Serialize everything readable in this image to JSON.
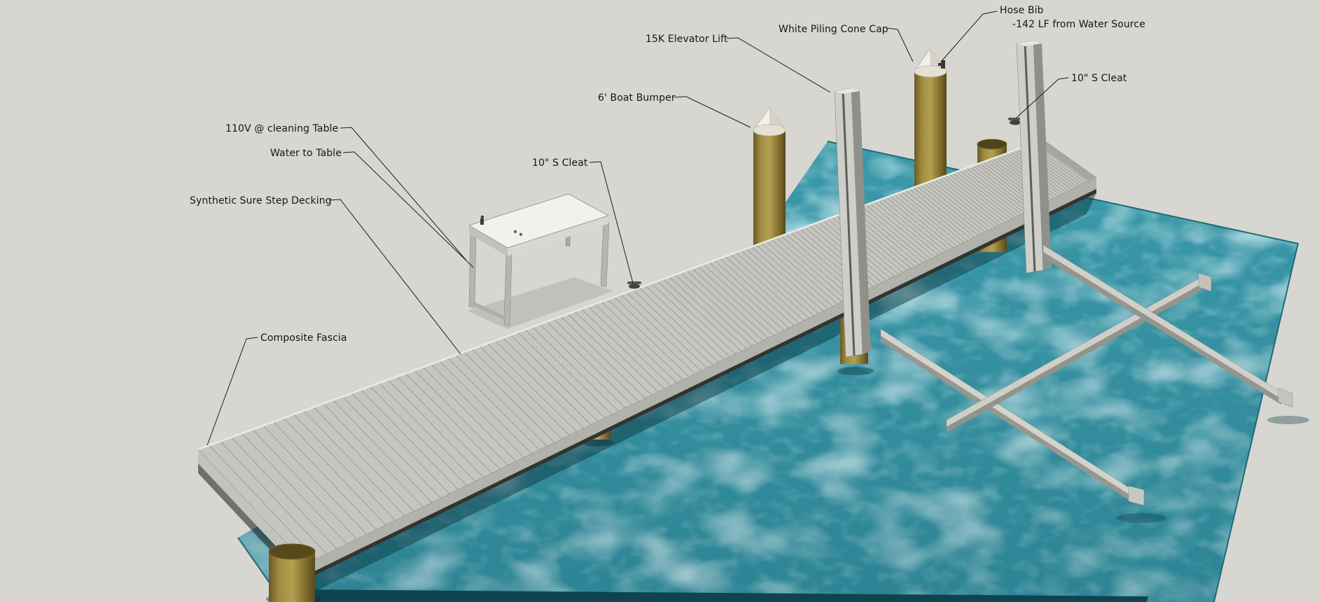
{
  "scene": {
    "background_color": "#d7d6d0",
    "water_color": "#3b9aab",
    "deck_color": "#c6c6c0",
    "piling_color": "#93803a",
    "cone_cap_color": "#f2f0e6"
  },
  "labels": {
    "hose_bib": "Hose Bib",
    "hose_bib_note": "-142 LF from Water Source",
    "white_piling_cone_cap": "White Piling Cone Cap",
    "elevator_lift": "15K Elevator Lift",
    "s_cleat_right": "10\" S Cleat",
    "boat_bumper": "6' Boat Bumper",
    "cleaning_table_power": "110V @ cleaning Table",
    "water_to_table": "Water to Table",
    "s_cleat_mid": "10\" S Cleat",
    "decking": "Synthetic Sure Step Decking",
    "fascia": "Composite Fascia"
  }
}
